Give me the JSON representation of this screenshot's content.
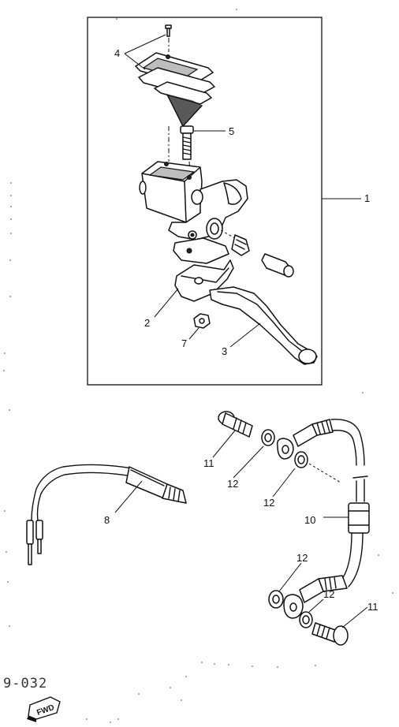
{
  "callouts": {
    "c1": "1",
    "c2": "2",
    "c3": "3",
    "c4": "4",
    "c5": "5",
    "c7": "7",
    "c8": "8",
    "c10": "10",
    "c11a": "11",
    "c11b": "11",
    "c12a": "12",
    "c12b": "12",
    "c12c": "12",
    "c12d": "12"
  },
  "page_code": "9-032",
  "direction_badge": "FWD"
}
